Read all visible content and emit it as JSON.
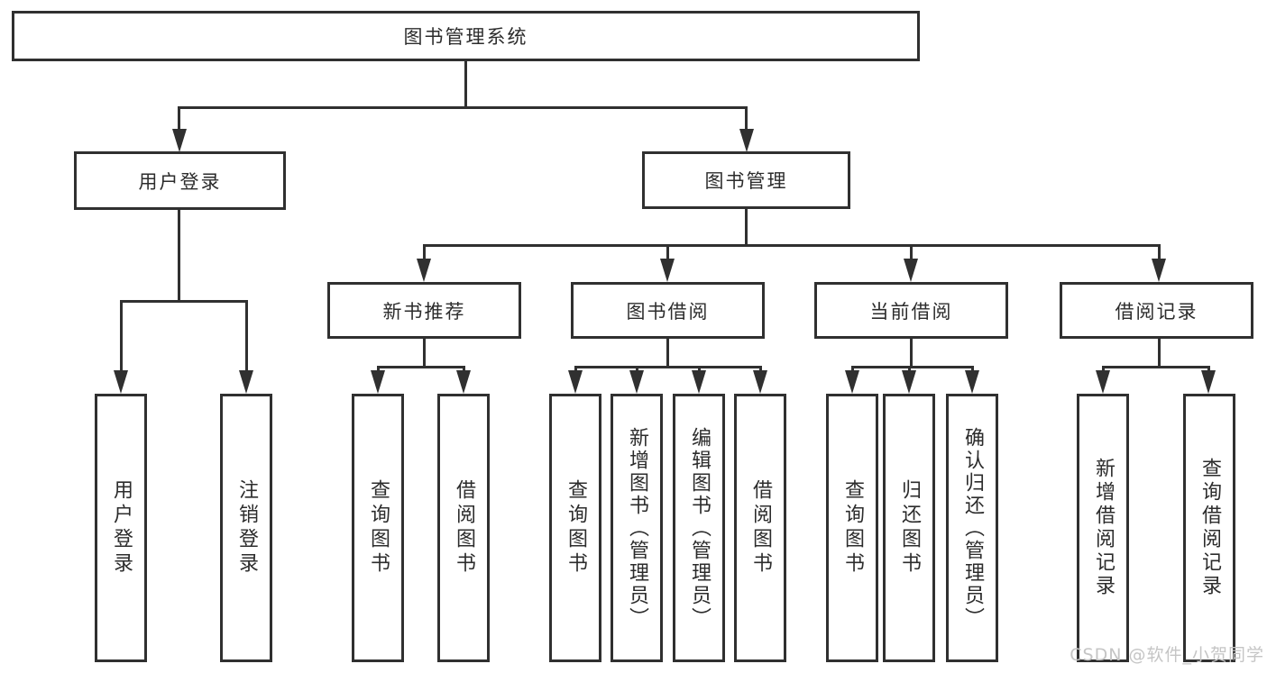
{
  "tree": {
    "root": "图书管理系统",
    "branches": {
      "user_login": {
        "label": "用户登录",
        "children": [
          "用户登录",
          "注销登录"
        ]
      },
      "book_management": {
        "label": "图书管理",
        "children": {
          "new_book_recommend": {
            "label": "新书推荐",
            "children": [
              "查询图书",
              "借阅图书"
            ]
          },
          "book_borrowing": {
            "label": "图书借阅",
            "children": [
              "查询图书",
              "新增图书（管理员）",
              "编辑图书（管理员）",
              "借阅图书"
            ]
          },
          "current_borrowing": {
            "label": "当前借阅",
            "children": [
              "查询图书",
              "归还图书",
              "确认归还（管理员）"
            ]
          },
          "borrowing_records": {
            "label": "借阅记录",
            "children": [
              "新增借阅记录",
              "查询借阅记录"
            ]
          }
        }
      }
    }
  },
  "colors": {
    "line": "#303030",
    "text": "#2c2c2c",
    "background": "#ffffff",
    "watermark": "#c5c5c5"
  },
  "watermark": {
    "text": "CSDN @软件_小贺同学"
  }
}
